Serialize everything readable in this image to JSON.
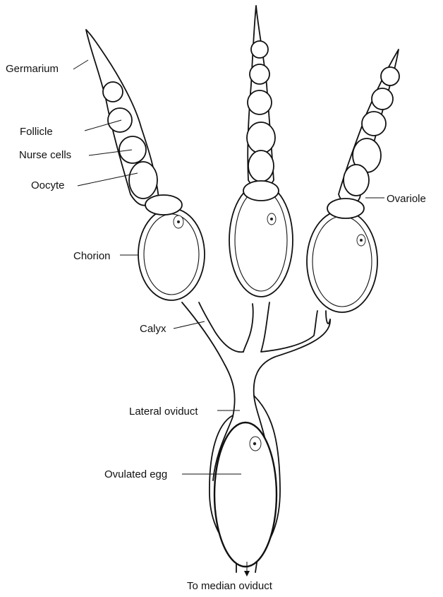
{
  "labels": {
    "germarium": "Germarium",
    "follicle": "Follicle",
    "nurse_cells": "Nurse cells",
    "oocyte": "Oocyte",
    "ovariole": "Ovariole",
    "chorion": "Chorion",
    "calyx": "Calyx",
    "lateral_oviduct": "Lateral oviduct",
    "ovulated_egg": "Ovulated egg",
    "to_median_oviduct": "To median oviduct"
  }
}
